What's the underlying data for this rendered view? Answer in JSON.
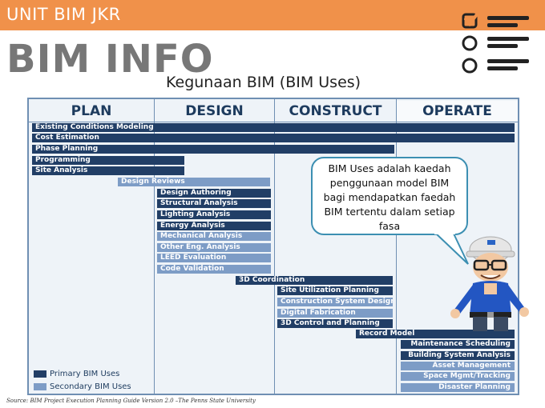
{
  "header": {
    "title": "UNIT BIM JKR"
  },
  "title": "BIM INFO",
  "subtitle": "Kegunaan BIM (BIM Uses)",
  "phases": [
    "PLAN",
    "DESIGN",
    "CONSTRUCT",
    "OPERATE"
  ],
  "uses": [
    {
      "label": "Existing Conditions Modeling",
      "type": "primary"
    },
    {
      "label": "Cost Estimation",
      "type": "primary"
    },
    {
      "label": "Phase Planning",
      "type": "primary"
    },
    {
      "label": "Programming",
      "type": "primary"
    },
    {
      "label": "Site Analysis",
      "type": "primary"
    },
    {
      "label": "Design Reviews",
      "type": "secondary"
    },
    {
      "label": "Design Authoring",
      "type": "primary"
    },
    {
      "label": "Structural Analysis",
      "type": "primary"
    },
    {
      "label": "Lighting Analysis",
      "type": "primary"
    },
    {
      "label": "Energy Analysis",
      "type": "primary"
    },
    {
      "label": "Mechanical Analysis",
      "type": "secondary"
    },
    {
      "label": "Other Eng. Analysis",
      "type": "secondary"
    },
    {
      "label": "LEED Evaluation",
      "type": "secondary"
    },
    {
      "label": "Code Validation",
      "type": "secondary"
    },
    {
      "label": "3D Coordination",
      "type": "primary"
    },
    {
      "label": "Site Utilization Planning",
      "type": "primary"
    },
    {
      "label": "Construction System Design",
      "type": "secondary"
    },
    {
      "label": "Digital Fabrication",
      "type": "secondary"
    },
    {
      "label": "3D Control and Planning",
      "type": "primary"
    },
    {
      "label": "Record Model",
      "type": "primary"
    },
    {
      "label": "Maintenance Scheduling",
      "type": "primary"
    },
    {
      "label": "Building System Analysis",
      "type": "primary"
    },
    {
      "label": "Asset Management",
      "type": "secondary"
    },
    {
      "label": "Space Mgmt/Tracking",
      "type": "secondary"
    },
    {
      "label": "Disaster Planning",
      "type": "secondary"
    }
  ],
  "legend": {
    "primary": "Primary BIM Uses",
    "secondary": "Secondary BIM Uses"
  },
  "bubble": "BIM Uses adalah kaedah penggunaan model BIM bagi mendapatkan faedah BIM tertentu dalam setiap fasa",
  "source": "Source:  BIM Project Execution Planning Guide Version 2.0 –The Penns State University",
  "colors": {
    "header": "#f0914a",
    "primary": "#213e66",
    "secondary": "#7d9cc6",
    "bubble_border": "#3c8fb2"
  },
  "icons": [
    "checklist-icon",
    "mascot-illustration"
  ]
}
